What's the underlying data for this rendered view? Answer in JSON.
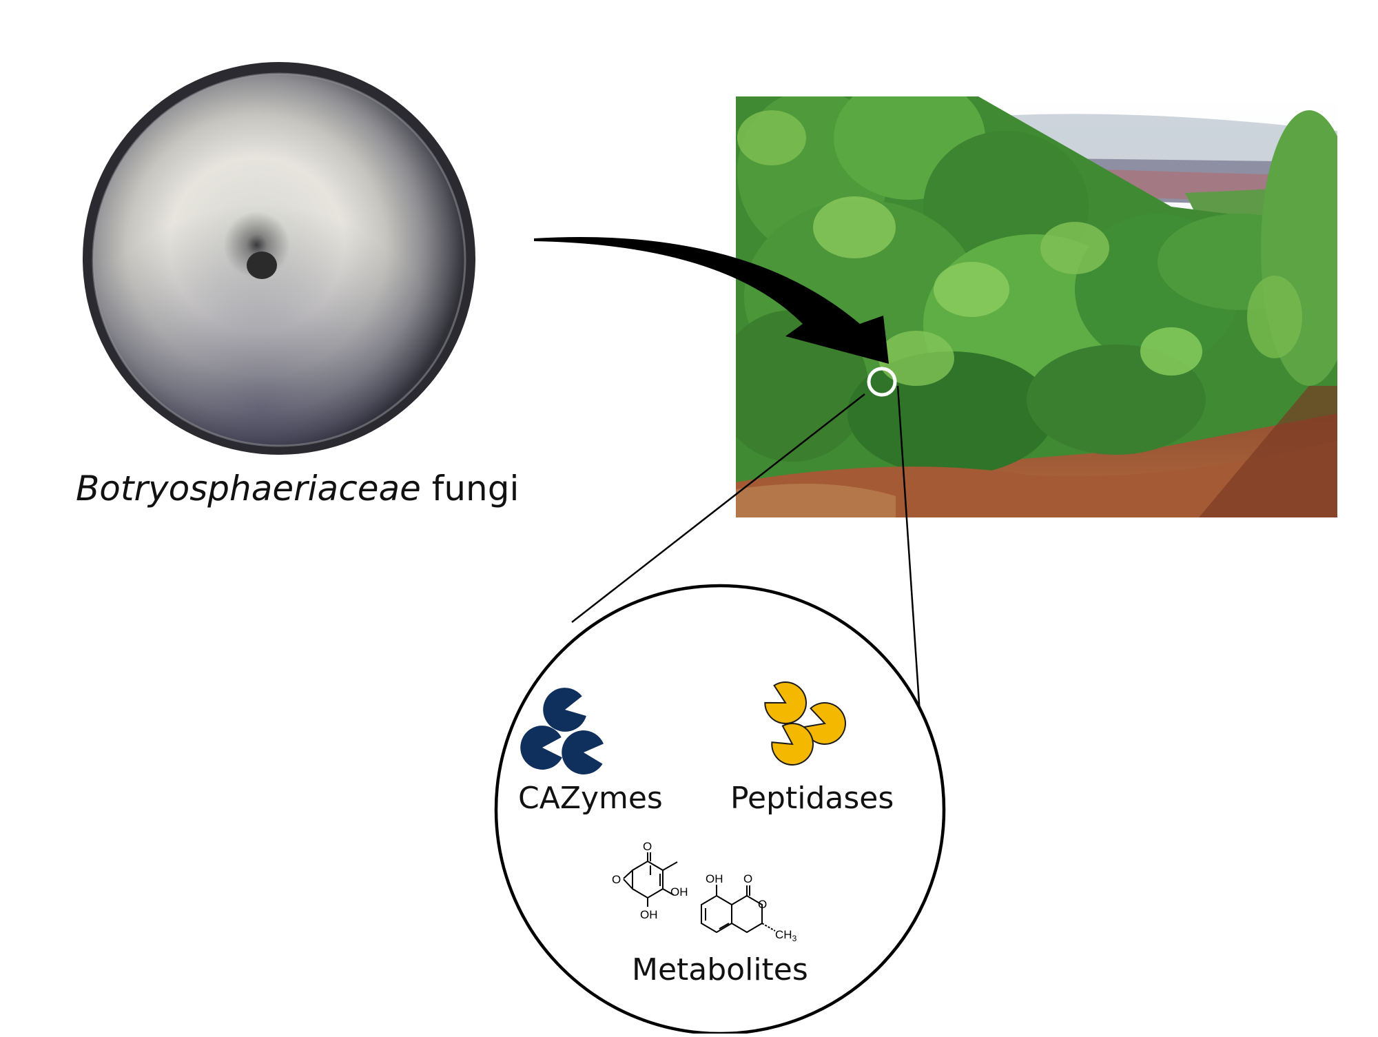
{
  "labels": {
    "fungi_caption_italic": "Botryosphaeriaceae",
    "fungi_caption_rest": " fungi",
    "cazymes": "CAZymes",
    "peptidases": "Peptidases",
    "metabolites": "Metabolites"
  },
  "structure1": {
    "o_top": "O",
    "o_epoxide": "O",
    "oh_right": "OH",
    "oh_bottom": "OH"
  },
  "structure2": {
    "oh": "OH",
    "o_carbonyl": "O",
    "o_ring": "O",
    "ch3": "CH",
    "ch3_sub": "3"
  },
  "colors": {
    "cazyme": "#0f2f5c",
    "peptidase": "#f5b800",
    "leaf_dark": "#2f7a2a",
    "leaf_light": "#7cc24a",
    "soil": "#9a4e2e",
    "petri_rim": "#2e2e34"
  },
  "icons": [
    "petri-dish",
    "vineyard-photo",
    "arrow",
    "zoom-circle",
    "enzyme-shape"
  ]
}
